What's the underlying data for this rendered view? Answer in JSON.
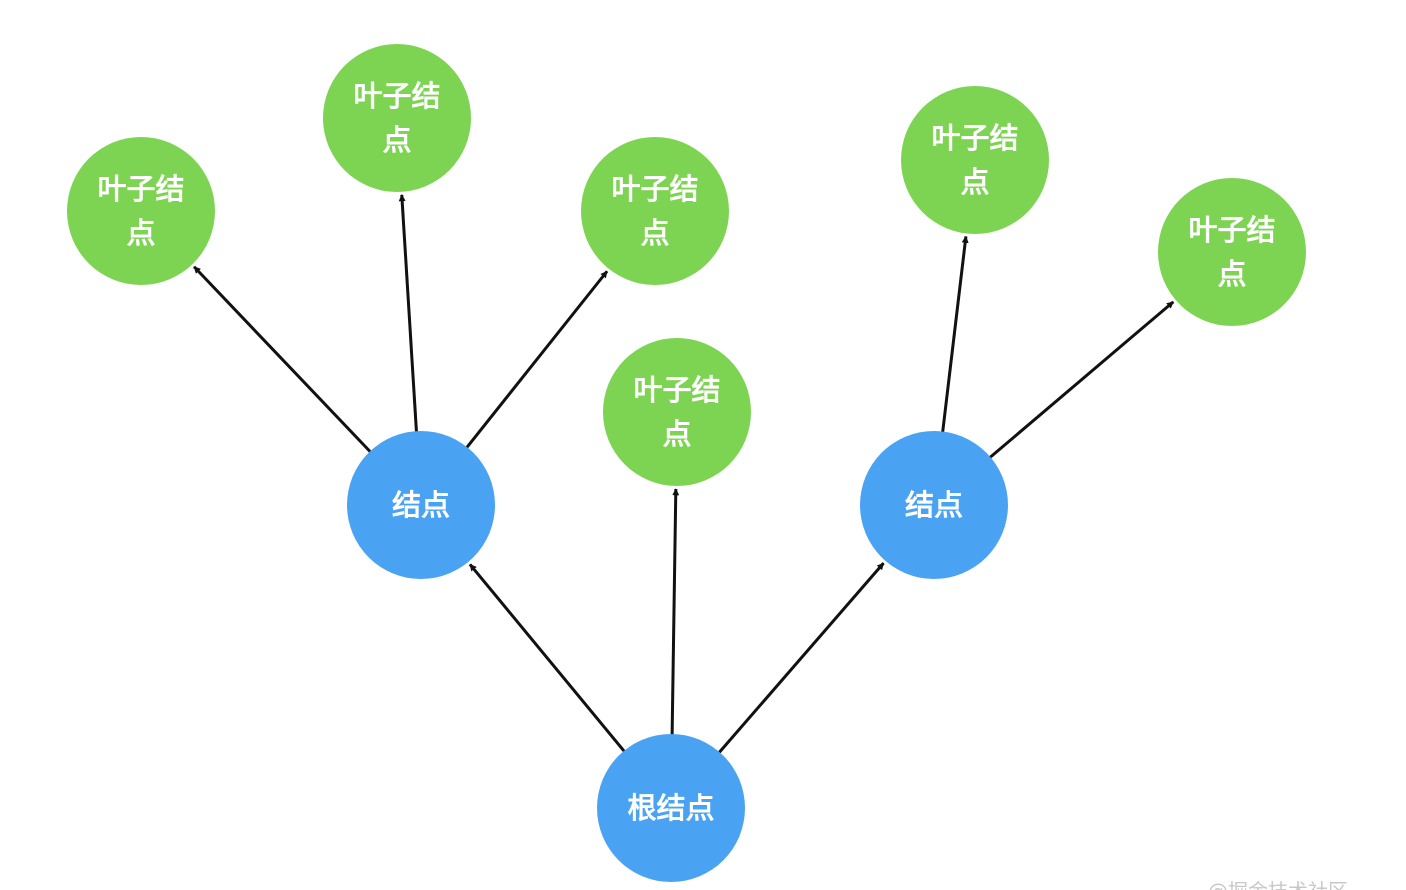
{
  "diagram": {
    "colors": {
      "internal": "#4aa2f3",
      "leaf": "#7dd352",
      "edge": "#111111",
      "label": "#ffffff"
    },
    "nodes": [
      {
        "id": "root",
        "label": "根结点",
        "kind": "internal"
      },
      {
        "id": "mid-left",
        "label": "结点",
        "kind": "internal"
      },
      {
        "id": "mid-right",
        "label": "结点",
        "kind": "internal"
      },
      {
        "id": "leaf-far-left",
        "label": "叶子结\n点",
        "kind": "leaf"
      },
      {
        "id": "leaf-top-left",
        "label": "叶子结\n点",
        "kind": "leaf"
      },
      {
        "id": "leaf-left-right",
        "label": "叶子结\n点",
        "kind": "leaf"
      },
      {
        "id": "leaf-center",
        "label": "叶子结\n点",
        "kind": "leaf"
      },
      {
        "id": "leaf-top-right",
        "label": "叶子结\n点",
        "kind": "leaf"
      },
      {
        "id": "leaf-far-right",
        "label": "叶子结\n点",
        "kind": "leaf"
      }
    ],
    "edges": [
      {
        "from": "root",
        "to": "mid-left"
      },
      {
        "from": "root",
        "to": "leaf-center"
      },
      {
        "from": "root",
        "to": "mid-right"
      },
      {
        "from": "mid-left",
        "to": "leaf-far-left"
      },
      {
        "from": "mid-left",
        "to": "leaf-top-left"
      },
      {
        "from": "mid-left",
        "to": "leaf-left-right"
      },
      {
        "from": "mid-right",
        "to": "leaf-top-right"
      },
      {
        "from": "mid-right",
        "to": "leaf-far-right"
      }
    ]
  },
  "watermark": "@掘金技术社区"
}
